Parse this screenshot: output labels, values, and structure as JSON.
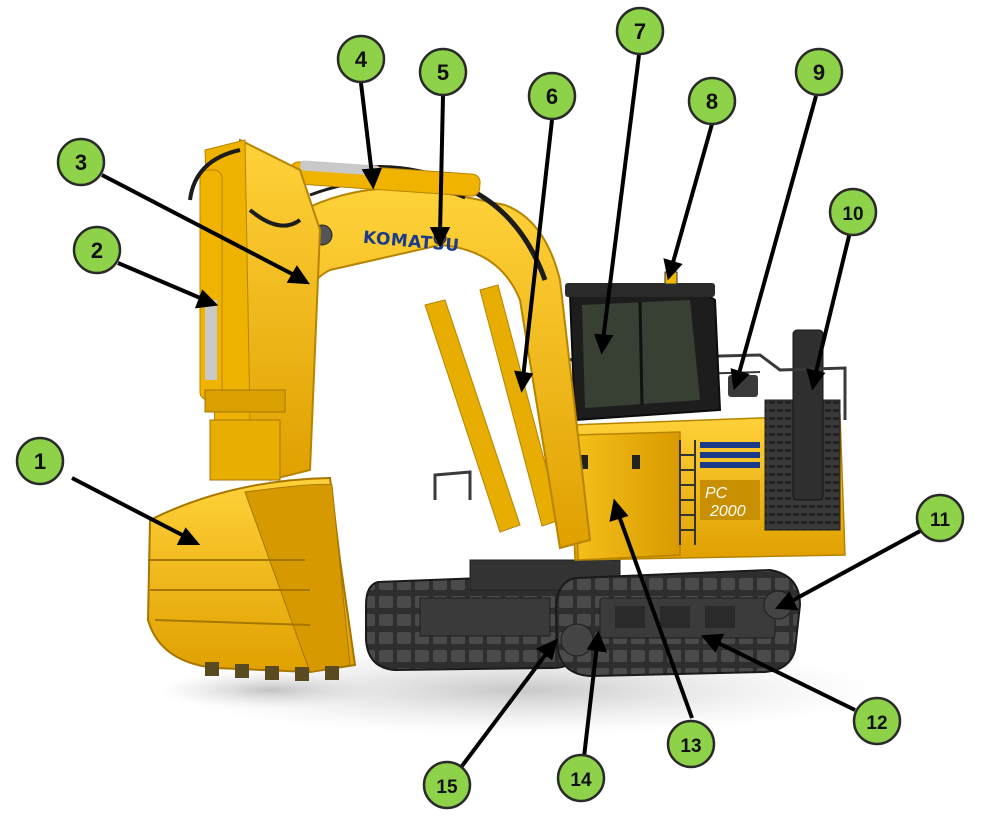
{
  "machine": {
    "brand": "KOMATSU",
    "model_badge": "PC",
    "model_number": "2000",
    "body_color": "#f2b705",
    "track_color": "#2b2b2b"
  },
  "callouts": [
    {
      "label": "1"
    },
    {
      "label": "2"
    },
    {
      "label": "3"
    },
    {
      "label": "4"
    },
    {
      "label": "5"
    },
    {
      "label": "6"
    },
    {
      "label": "7"
    },
    {
      "label": "8"
    },
    {
      "label": "9"
    },
    {
      "label": "10"
    },
    {
      "label": "11"
    },
    {
      "label": "12"
    },
    {
      "label": "13"
    },
    {
      "label": "14"
    },
    {
      "label": "15"
    }
  ],
  "callout_style": {
    "fill": "#8ed24a",
    "stroke": "#2a2a2a"
  }
}
